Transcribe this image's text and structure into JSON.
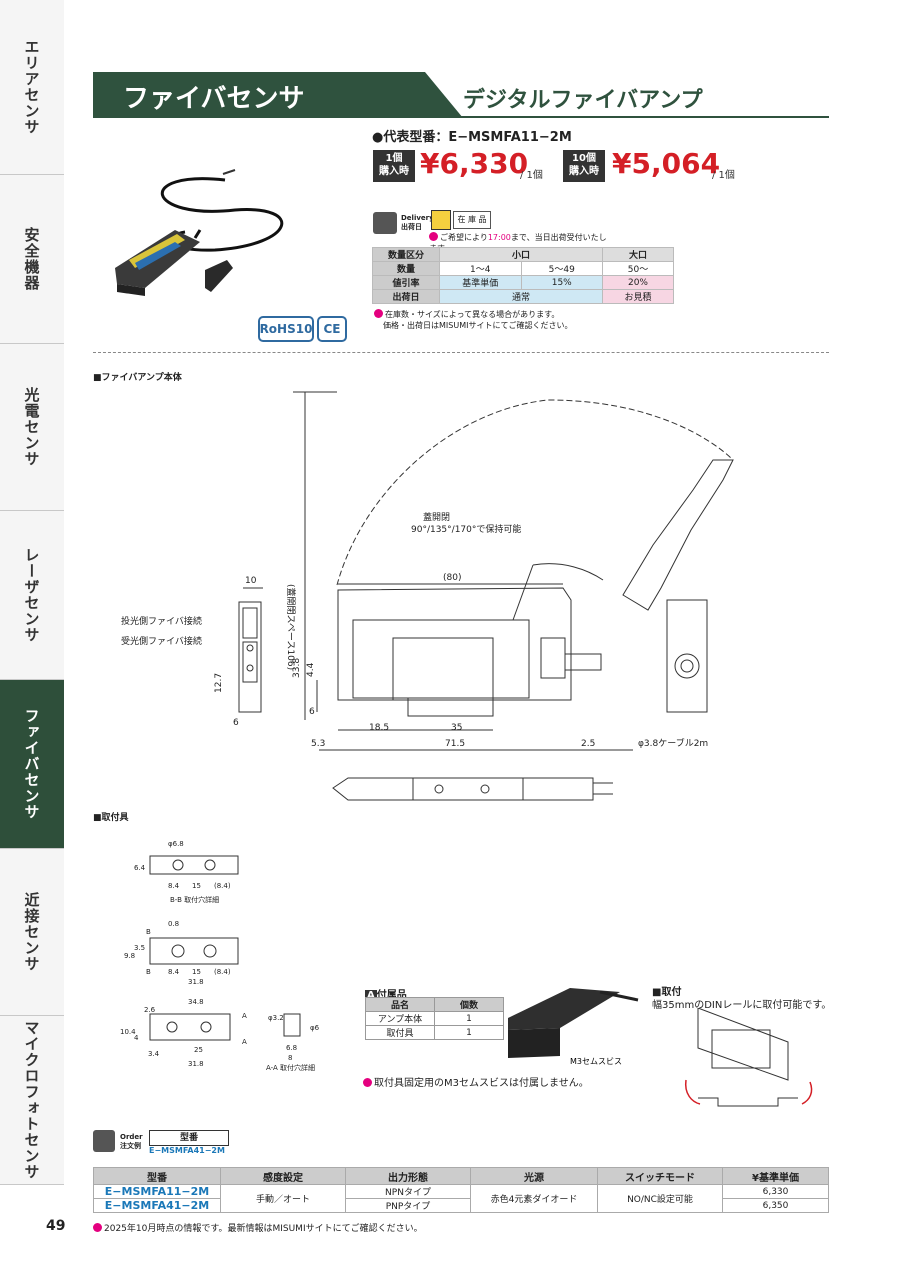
{
  "side_tabs": [
    "エリアセンサ",
    "安全機器",
    "光電センサ",
    "レーザセンサ",
    "ファイバセンサ",
    "近接センサ",
    "マイクロフォトセンサ"
  ],
  "page_number": "49",
  "header": {
    "title": "ファイバセンサ",
    "subtitle": "デジタルファイバアンプ"
  },
  "badges": {
    "rohs": "RoHS10",
    "ce": "CE"
  },
  "model_line": "●代表型番：E−MSMFA11−2M",
  "pricing": {
    "tier1": {
      "qty_line1": "1個",
      "qty_line2": "購入時",
      "price": "¥6,330",
      "per": "/ 1個"
    },
    "tier2": {
      "qty_line1": "10個",
      "qty_line2": "購入時",
      "price": "¥5,064",
      "per": "/ 1個"
    }
  },
  "delivery": {
    "label_en": "Delivery",
    "label_jp": "出荷日",
    "stock_label": "在 庫 品",
    "note_prefix": "ご希望により",
    "note_time": "17:00",
    "note_suffix": "まで、当日出荷受付いたします。"
  },
  "qty_table": {
    "r1": [
      "数量区分",
      "小口",
      "大口"
    ],
    "r2": [
      "数量",
      "1〜4",
      "5〜49",
      "50〜"
    ],
    "r3": [
      "値引率",
      "基準単価",
      "15%",
      "20%"
    ],
    "r4": [
      "出荷日",
      "通常",
      "お見積"
    ]
  },
  "notes": [
    "在庫数・サイズによって異なる場合があります。",
    "価格・出荷日はMISUMIサイトにてご確認ください。"
  ],
  "sections": {
    "amp": "■ファイバアンプ本体",
    "bracket": "■取付具"
  },
  "drawing_labels": {
    "lid": "蓋開閉",
    "lid_note": "90°/135°/170°で保持可能",
    "space": "(蓋開閉スペース106)",
    "emit": "投光側ファイバ接続",
    "recv": "受光側ファイバ接続",
    "cable": "φ3.8ケーブル2m",
    "dims": [
      "10",
      "(80)",
      "33.8",
      "4.4",
      "12.7",
      "6",
      "6",
      "18.5",
      "35",
      "5.3",
      "71.5",
      "2.5"
    ],
    "bb": "B-B 取付穴詳細",
    "aa": "A-A 取付穴詳細",
    "br_dims": [
      "φ6.8",
      "6.4",
      "8.4",
      "15",
      "(8.4)",
      "0.8",
      "9.8",
      "3.5",
      "8.4",
      "15",
      "(8.4)",
      "31.8",
      "34.8",
      "2.6",
      "10.4",
      "4",
      "3.4",
      "25",
      "31.8",
      "φ3.2",
      "φ6",
      "6.8",
      "8",
      "A",
      "A",
      "B",
      "B"
    ]
  },
  "accessories": {
    "title": "付属品",
    "tag": "A",
    "head": [
      "品名",
      "個数"
    ],
    "rows": [
      [
        "アンプ本体",
        "1"
      ],
      [
        "取付具",
        "1"
      ]
    ],
    "screw_label": "M3セムスビス",
    "note": "取付具固定用のM3セムスビスは付属しません。"
  },
  "mounting": {
    "title": "■取付",
    "note": "幅35mmのDINレールに取付可能です。"
  },
  "order": {
    "en": "Order",
    "jp": "注文例",
    "head": "型番",
    "example": "E−MSMFA41−2M"
  },
  "spec_table": {
    "head": [
      "型番",
      "感度設定",
      "出力形態",
      "光源",
      "スイッチモード",
      "¥基準単価"
    ],
    "rows": [
      {
        "model": "E−MSMFA11−2M",
        "output": "NPNタイプ",
        "price": "6,330"
      },
      {
        "model": "E−MSMFA41−2M",
        "output": "PNPタイプ",
        "price": "6,350"
      }
    ],
    "sensitivity": "手動／オート",
    "light": "赤色4元素ダイオード",
    "mode": "NO/NC設定可能"
  },
  "footer_note": "2025年10月時点の情報です。最新情報はMISUMIサイトにてご確認ください。"
}
